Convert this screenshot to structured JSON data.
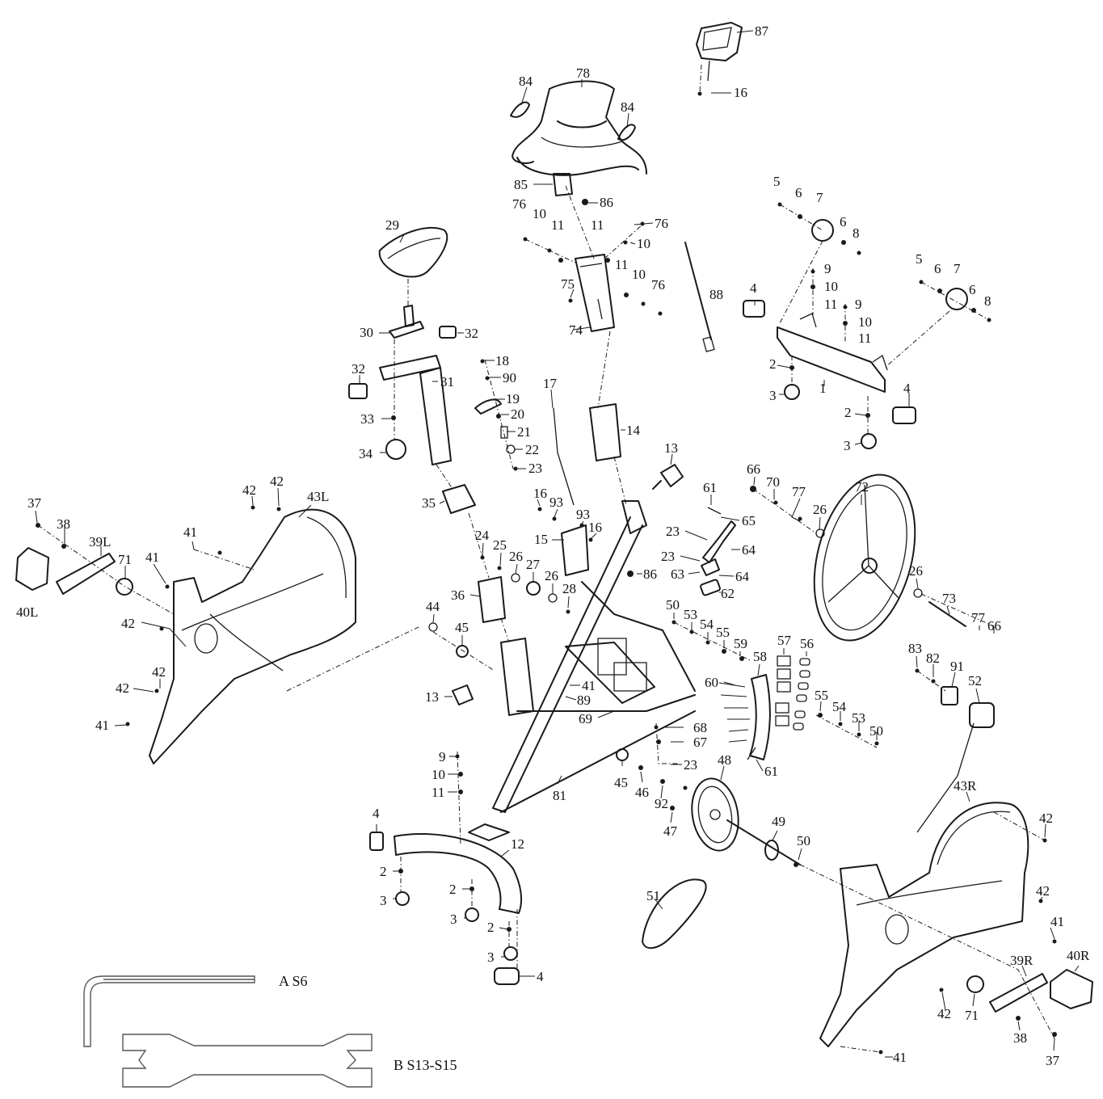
{
  "labels": {
    "p87": "87",
    "p16a": "16",
    "p78": "78",
    "p84a": "84",
    "p84b": "84",
    "p85": "85",
    "p86a": "86",
    "p76a": "76",
    "p10a": "10",
    "p11a": "11",
    "p11b": "11",
    "p76b": "76",
    "p10b": "10",
    "p11c": "11",
    "p10c": "10",
    "p76c": "76",
    "p75": "75",
    "p74": "74",
    "p88": "88",
    "p29": "29",
    "p30": "30",
    "p32a": "32",
    "p32b": "32",
    "p31": "31",
    "p33": "33",
    "p34": "34",
    "p18": "18",
    "p90": "90",
    "p19": "19",
    "p20": "20",
    "p21": "21",
    "p22": "22",
    "p23a": "23",
    "p17": "17",
    "p14": "14",
    "p13a": "13",
    "p5a": "5",
    "p6a": "6",
    "p7a": "7",
    "p6b": "6",
    "p8a": "8",
    "p9a": "9",
    "p10d": "10",
    "p11d": "11",
    "p9b": "9",
    "p10e": "10",
    "p11e": "11",
    "p5b": "5",
    "p6c": "6",
    "p7b": "7",
    "p6d": "6",
    "p8b": "8",
    "p4a": "4",
    "p2a": "2",
    "p1": "1",
    "p3a": "3",
    "p4b": "4",
    "p2b": "2",
    "p3b": "3",
    "p37a": "37",
    "p38a": "38",
    "p39L": "39L",
    "p71a": "71",
    "p41a": "41",
    "p40L": "40L",
    "p42a": "42",
    "p42b": "42",
    "p43L": "43L",
    "p41b": "41",
    "p42c": "42",
    "p42d": "42",
    "p42e": "42",
    "p41c": "41",
    "p35": "35",
    "p16b": "16",
    "p93a": "93",
    "p93b": "93",
    "p16c": "16",
    "p15": "15",
    "p24": "24",
    "p25": "25",
    "p26a": "26",
    "p27": "27",
    "p26b": "26",
    "p28": "28",
    "p36": "36",
    "p44": "44",
    "p45a": "45",
    "p13b": "13",
    "p86b": "86",
    "p41d": "41",
    "p89": "89",
    "p69": "69",
    "p61a": "61",
    "p65": "65",
    "p23b": "23",
    "p64a": "64",
    "p23c": "23",
    "p63": "63",
    "p64b": "64",
    "p62": "62",
    "p66a": "66",
    "p70": "70",
    "p77a": "77",
    "p26c": "26",
    "p72": "72",
    "p26d": "26",
    "p73": "73",
    "p77b": "77",
    "p66b": "66",
    "p50a": "50",
    "p53a": "53",
    "p54a": "54",
    "p55a": "55",
    "p59": "59",
    "p58": "58",
    "p57": "57",
    "p56": "56",
    "p60": "60",
    "p55b": "55",
    "p54b": "54",
    "p53b": "53",
    "p50b": "50",
    "p83": "83",
    "p82": "82",
    "p91": "91",
    "p52": "52",
    "p68": "68",
    "p67": "67",
    "p23d": "23",
    "p48": "48",
    "p61b": "61",
    "p9c": "9",
    "p10f": "10",
    "p11f": "11",
    "p81": "81",
    "p45b": "45",
    "p46": "46",
    "p92": "92",
    "p47": "47",
    "p49": "49",
    "p50c": "50",
    "p4c": "4",
    "p12": "12",
    "p2c": "2",
    "p3c": "3",
    "p2d": "2",
    "p3d": "3",
    "p2e": "2",
    "p3e": "3",
    "p4d": "4",
    "p51": "51",
    "p43R": "43R",
    "p42f": "42",
    "p42g": "42",
    "p41e": "41",
    "p39R": "39R",
    "p40R": "40R",
    "p42h": "42",
    "p71b": "71",
    "p38b": "38",
    "p37b": "37",
    "p41f": "41"
  },
  "tools": {
    "a": "A S6",
    "b": "B S13-S15"
  }
}
